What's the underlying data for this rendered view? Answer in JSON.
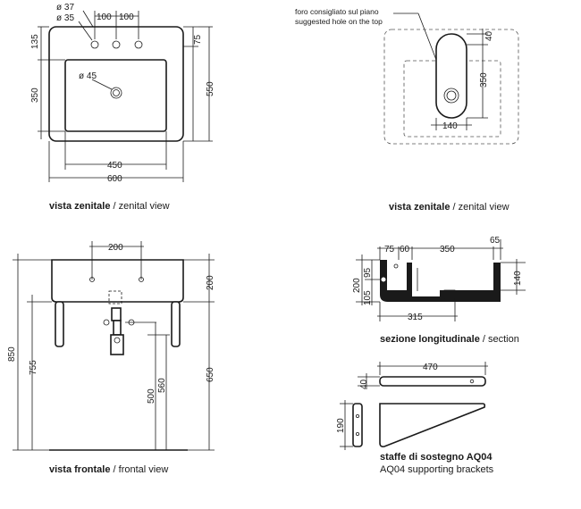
{
  "views": {
    "top_left": {
      "caption_bold": "vista zenitale",
      "caption_rest": " / zenital view",
      "dims": {
        "hole_37": "ø 37",
        "hole_35": "ø 35",
        "spacing_a": "100",
        "spacing_b": "100",
        "left_135": "135",
        "left_350": "350",
        "right_75": "75",
        "right_550": "550",
        "drain_45": "ø 45",
        "bottom_450": "450",
        "bottom_600": "600"
      }
    },
    "top_right": {
      "caption_bold": "vista zenitale",
      "caption_rest": " / zenital view",
      "note_it": "foro consigliato sul piano",
      "note_en": "suggested hole on the top",
      "dims": {
        "d40": "40",
        "d350": "350",
        "d140": "140"
      }
    },
    "front": {
      "caption_bold": "vista frontale",
      "caption_rest": " / frontal view",
      "dims": {
        "top_200": "200",
        "right_200": "200",
        "left_850": "850",
        "left_755": "755",
        "d500": "500",
        "d560": "560",
        "d650": "650"
      }
    },
    "section": {
      "caption_bold": "sezione longitudinale",
      "caption_rest": " / section",
      "dims": {
        "d75": "75",
        "d60": "60",
        "d350": "350",
        "d65": "65",
        "d200": "200",
        "d105": "105",
        "d95": "95",
        "d140": "140",
        "d315": "315"
      }
    },
    "brackets": {
      "caption_it": "staffe di sostegno AQ04",
      "caption_en": "AQ04 supporting brackets",
      "dims": {
        "d470": "470",
        "d40": "40",
        "d190": "190"
      }
    }
  }
}
